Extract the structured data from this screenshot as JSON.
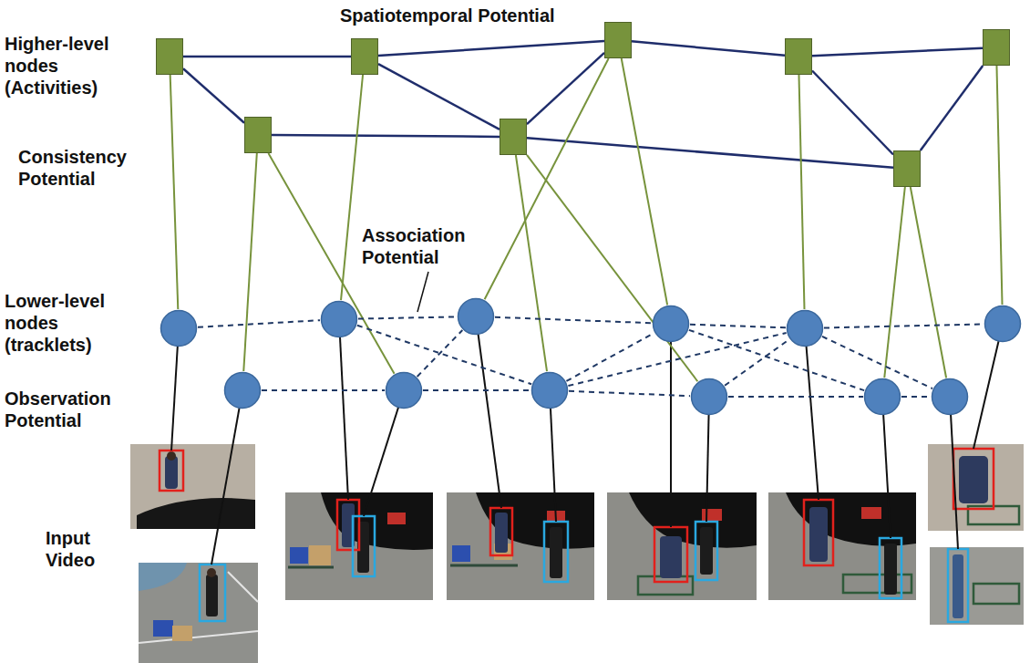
{
  "diagram": {
    "nodes": [
      {
        "text": []
      },
      {
        "text": []
      },
      {
        "text": []
      },
      {
        "text": []
      },
      {
        "text": []
      },
      {
        "text": []
      },
      {
        "text": []
      },
      {
        "text": []
      },
      {
        "text": []
      },
      {
        "text": []
      },
      {
        "text": []
      },
      {
        "text": []
      },
      {
        "text": []
      },
      {
        "text": []
      },
      {
        "text": []
      },
      {
        "text": []
      },
      {
        "text": []
      },
      {
        "text": []
      },
      {
        "text": []
      },
      {
        "text": []
      }
    ],
    "edges": [
      {
        "from": 0,
        "to": 1,
        "arrow": "none"
      },
      {
        "from": 0,
        "to": 5,
        "arrow": "none"
      },
      {
        "from": 1,
        "to": 2,
        "arrow": "none"
      },
      {
        "from": 1,
        "to": 6,
        "arrow": "none"
      },
      {
        "from": 2,
        "to": 3,
        "arrow": "none"
      },
      {
        "from": 2,
        "to": 6,
        "arrow": "none"
      },
      {
        "from": 3,
        "to": 4,
        "arrow": "none"
      },
      {
        "from": 3,
        "to": 7,
        "arrow": "none"
      },
      {
        "from": 4,
        "to": 7,
        "arrow": "none"
      },
      {
        "from": 5,
        "to": 6,
        "arrow": "none"
      },
      {
        "from": 6,
        "to": 7,
        "arrow": "none"
      },
      {
        "from": 0,
        "to": 8,
        "arrow": "none"
      },
      {
        "from": 1,
        "to": 9,
        "arrow": "none"
      },
      {
        "from": 2,
        "to": 10,
        "arrow": "none"
      },
      {
        "from": 2,
        "to": 11,
        "arrow": "none"
      },
      {
        "from": 3,
        "to": 12,
        "arrow": "none"
      },
      {
        "from": 4,
        "to": 13,
        "arrow": "none"
      },
      {
        "from": 5,
        "to": 14,
        "arrow": "none"
      },
      {
        "from": 5,
        "to": 15,
        "arrow": "none"
      },
      {
        "from": 6,
        "to": 16,
        "arrow": "none"
      },
      {
        "from": 6,
        "to": 17,
        "arrow": "none"
      },
      {
        "from": 7,
        "to": 18,
        "arrow": "none"
      },
      {
        "from": 7,
        "to": 19,
        "arrow": "none"
      },
      {
        "from": 8,
        "to": 9,
        "arrow": "none"
      },
      {
        "from": 9,
        "to": 10,
        "arrow": "none"
      },
      {
        "from": 10,
        "to": 11,
        "arrow": "none"
      },
      {
        "from": 11,
        "to": 12,
        "arrow": "none"
      },
      {
        "from": 12,
        "to": 13,
        "arrow": "none"
      },
      {
        "from": 14,
        "to": 15,
        "arrow": "none"
      },
      {
        "from": 15,
        "to": 16,
        "arrow": "none"
      },
      {
        "from": 16,
        "to": 17,
        "arrow": "none"
      },
      {
        "from": 17,
        "to": 18,
        "arrow": "none"
      },
      {
        "from": 18,
        "to": 19,
        "arrow": "none"
      },
      {
        "from": 15,
        "to": 10,
        "arrow": "none"
      },
      {
        "from": 9,
        "to": 16,
        "arrow": "none"
      },
      {
        "from": 16,
        "to": 11,
        "arrow": "none"
      },
      {
        "from": 16,
        "to": 12,
        "arrow": "none"
      },
      {
        "from": 11,
        "to": 18,
        "arrow": "none"
      },
      {
        "from": 17,
        "to": 12,
        "arrow": "none"
      },
      {
        "from": 12,
        "to": 19,
        "arrow": "none"
      }
    ],
    "labels": [
      "Spatiotemporal Potential",
      "Higher-level nodes (Activities)",
      "Consistency Potential",
      "Association Potential",
      "Lower-level nodes (tracklets)",
      "Observation Potential",
      "Input Video"
    ]
  }
}
